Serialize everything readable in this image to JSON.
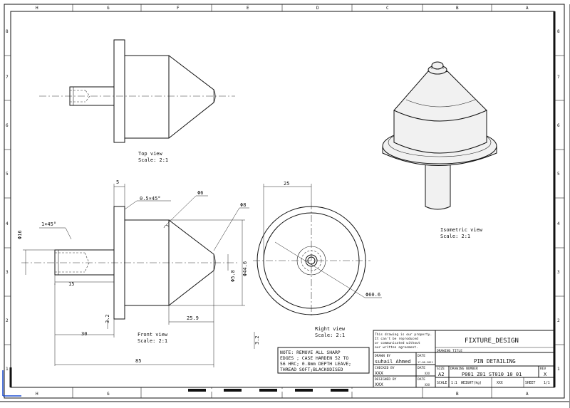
{
  "border": {
    "columns": [
      "H",
      "G",
      "F",
      "E",
      "D",
      "C",
      "B",
      "A"
    ],
    "rows": [
      "8",
      "7",
      "6",
      "5",
      "4",
      "3",
      "2",
      "1"
    ]
  },
  "views": {
    "top": {
      "name": "Top view",
      "scale": "Scale:  2:1"
    },
    "front": {
      "name": "Front view",
      "scale": "Scale:  2:1"
    },
    "right": {
      "name": "Right view",
      "scale": "Scale:  2:1"
    },
    "isometric": {
      "name": "Isometric view",
      "scale": "Scale:  2:1"
    }
  },
  "dimensions": {
    "d5": "5",
    "chamfer1": "0.5×45°",
    "dia6": "Φ6",
    "dia8": "Φ8",
    "chamfer2": "1×45°",
    "dia16": "Φ16",
    "d15": "15",
    "dia44": "Φ44.6",
    "dia5_8": "Φ5.8",
    "d25_9": "25.9",
    "d3_2a": "3.2",
    "d30": "30",
    "d85": "85",
    "d25": "25",
    "dia60": "Φ60.6",
    "d3_2b": "3.2"
  },
  "note": {
    "lines": [
      "NOTE:    REMOVE ALL SHARP",
      "EDGES ; CASE HARDEN 52 TO",
      "56 HRC; 0.8mm DEPTH LEAVE;",
      "THREAD SOFT;BLACKODISED"
    ]
  },
  "title_block": {
    "property_notice": [
      "This drawing is our property.",
      "It can't be reproduced",
      "or communicated without",
      "our written agreement."
    ],
    "company": "FIXTURE_DESIGN",
    "drawing_title_label": "DRAWING TITLE",
    "drawing_title": "PIN DETAILING",
    "drawn_by_label": "DRAWN BY",
    "drawn_by": "suhail Ahmed",
    "date_label": "DATE",
    "drawn_date": "17-06-2021",
    "checked_by_label": "CHECKED BY",
    "checked_by": "XXX",
    "checked_date": "XXX",
    "designed_by_label": "DESIGNED BY",
    "designed_by": "XXX",
    "designed_date": "XXX",
    "size_label": "SIZE",
    "size": "A2",
    "drawing_number_label": "DRAWING NUMBER",
    "drawing_number": "P001_Z01_ST010_10_01",
    "rev_label": "REV",
    "rev": "X",
    "scale_label": "SCALE",
    "scale": "1:1",
    "weight_label": "WEIGHT(kg)",
    "weight": "XXX",
    "sheet_label": "SHEET",
    "sheet": "1/1"
  }
}
